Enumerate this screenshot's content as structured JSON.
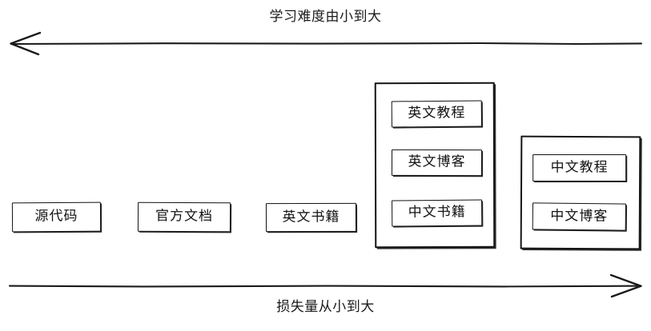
{
  "diagram": {
    "top_axis": {
      "label": "学习难度由小到大",
      "direction": "left",
      "arrow_name": "left-arrow"
    },
    "bottom_axis": {
      "label": "损失量从小到大",
      "direction": "right",
      "arrow_name": "right-arrow"
    },
    "standalone_nodes": [
      {
        "label": "源代码"
      },
      {
        "label": "官方文档"
      },
      {
        "label": "英文书籍"
      }
    ],
    "groups": [
      {
        "name": "group-english-materials",
        "items": [
          {
            "label": "英文教程"
          },
          {
            "label": "英文博客"
          },
          {
            "label": "中文书籍"
          }
        ]
      },
      {
        "name": "group-chinese-materials",
        "items": [
          {
            "label": "中文教程"
          },
          {
            "label": "中文博客"
          }
        ]
      }
    ],
    "colors": {
      "stroke": "#111111",
      "background": "#ffffff",
      "text": "#121212"
    }
  }
}
